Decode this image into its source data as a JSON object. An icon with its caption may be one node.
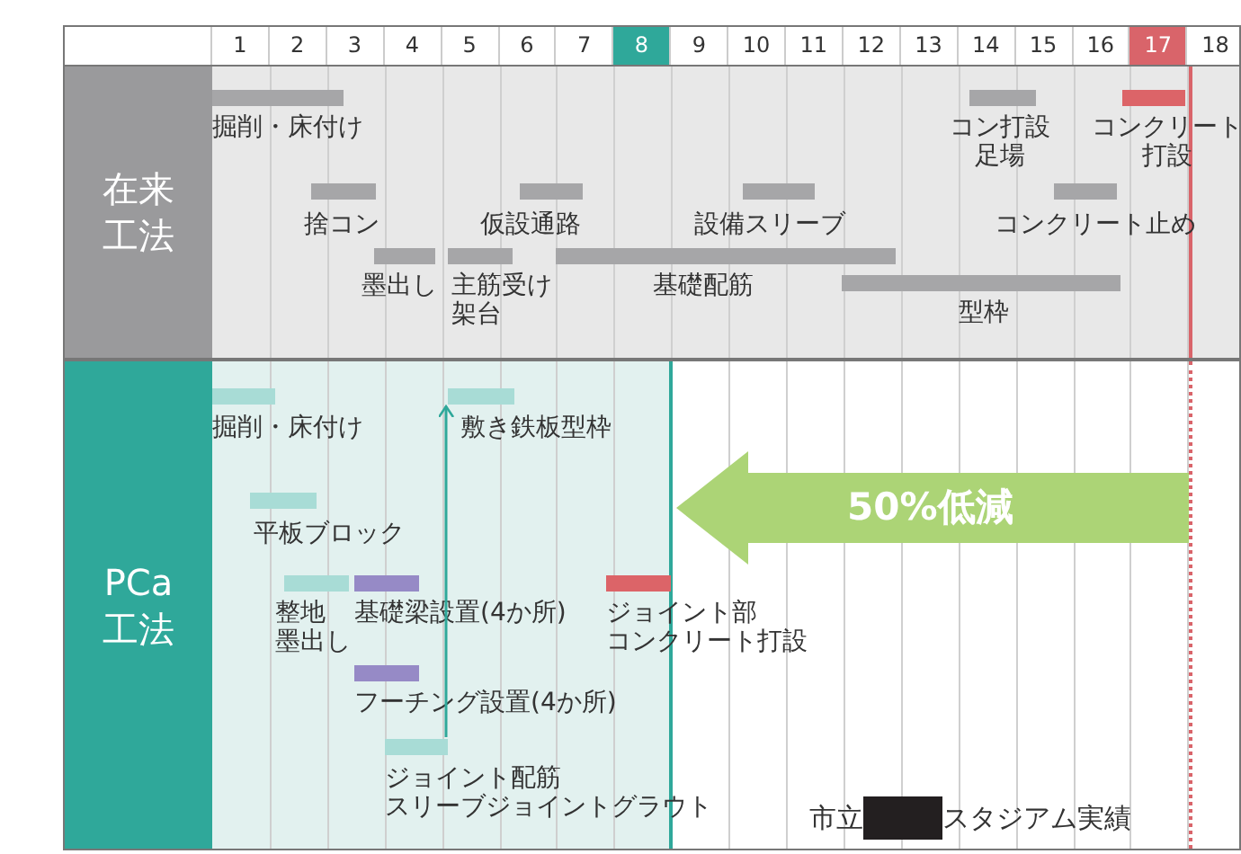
{
  "diagram": {
    "nodes": [
      {
        "text": [
          "在来工法"
        ]
      },
      {
        "text": [
          "掘削・床付け"
        ],
        "in": 0
      },
      {
        "text": [
          "コン打設",
          "足場"
        ],
        "in": 0
      },
      {
        "text": [
          "コンクリート打設"
        ],
        "in": 0
      },
      {
        "text": [
          "捨コン"
        ],
        "in": 0
      },
      {
        "text": [
          "仮設通路"
        ],
        "in": 0
      },
      {
        "text": [
          "設備スリーブ"
        ],
        "in": 0
      },
      {
        "text": [
          "コンクリート止め"
        ],
        "in": 0
      },
      {
        "text": [
          "墨出し"
        ],
        "in": 0
      },
      {
        "text": [
          "主筋受け架台"
        ],
        "in": 0
      },
      {
        "text": [
          "基礎配筋"
        ],
        "in": 0
      },
      {
        "text": [
          "型枠"
        ],
        "in": 0
      },
      {
        "text": [
          "PCa工法"
        ]
      },
      {
        "text": [
          "掘削・床付け"
        ],
        "in": 12
      },
      {
        "text": [
          "敷き鉄板型枠"
        ],
        "in": 12
      },
      {
        "text": [
          "平板ブロック"
        ],
        "in": 12
      },
      {
        "text": [
          "整地",
          "墨出し"
        ],
        "in": 12
      },
      {
        "text": [
          "基礎梁設置(4か所)"
        ],
        "in": 12
      },
      {
        "text": [
          "ジョイント部コンクリート打設"
        ],
        "in": 12
      },
      {
        "text": [
          "フーチング設置(4か所)"
        ],
        "in": 12
      },
      {
        "text": [
          "ジョイント配筋",
          "スリーブジョイントグラウト"
        ],
        "in": 12
      },
      {
        "text": [
          "50%低減"
        ],
        "in": 12
      }
    ],
    "edges": [
      {
        "from": 20,
        "to": 14,
        "arrow": "to"
      }
    ],
    "labels": [
      "1",
      "2",
      "3",
      "4",
      "5",
      "6",
      "7",
      "8",
      "9",
      "10",
      "11",
      "12",
      "13",
      "14",
      "15",
      "16",
      "17",
      "18",
      "市立",
      "スタジアム実績"
    ]
  }
}
